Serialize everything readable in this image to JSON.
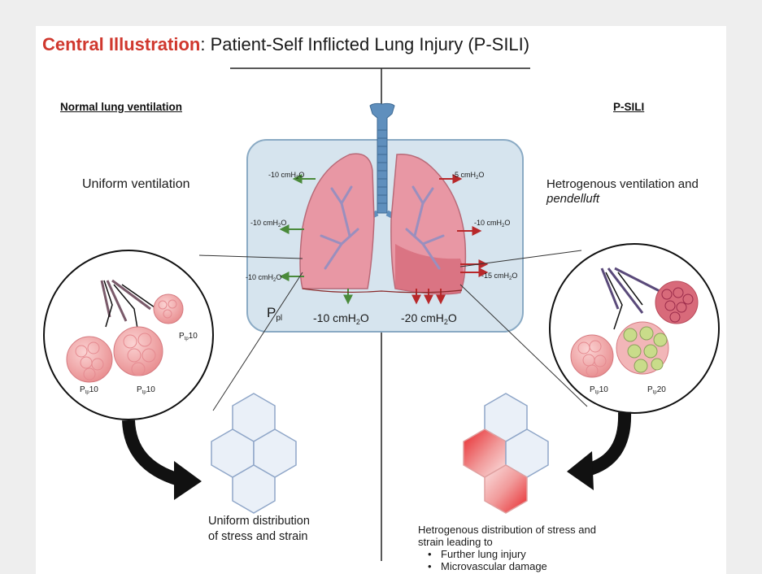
{
  "title": {
    "highlight": "Central Illustration",
    "rest": ": Patient-Self Inflicted Lung Injury (P-SILI)"
  },
  "left": {
    "header": "Normal lung ventilation",
    "description": "Uniform ventilation",
    "ptp_a": "10",
    "ptp_b": "10",
    "ptp_c": "10",
    "outcome": [
      "Uniform distribution",
      "of stress and strain"
    ]
  },
  "right": {
    "header": "P-SILI",
    "description": "Hetrogenous  ventilation and",
    "description_italic": "pendelluft",
    "ptp_a": "10",
    "ptp_b": "20",
    "outcome": [
      "Hetrogenous distribution of stress and",
      "strain leading to"
    ],
    "bullets": [
      "Further lung injury",
      "Microvascular damage"
    ]
  },
  "lung": {
    "ppl_label": "P",
    "ppl_sub": "pl",
    "left_pressures": [
      "-10 cmH",
      "-10 cmH",
      "-10 cmH"
    ],
    "right_pressures": [
      "-5 cmH",
      "-10 cmH",
      "-15 cmH"
    ],
    "unit_sub": "2",
    "unit_tail": "O",
    "bottom_left": "-10 cmH",
    "bottom_right": "-20 cmH"
  },
  "colors": {
    "title_accent": "#d0382e",
    "arrow_green": "#4a8a3a",
    "arrow_red": "#b8282a",
    "lung_pink": "#e0909c",
    "trachea_blue": "#5f8fbd",
    "panel_box": "#8aaac4"
  }
}
